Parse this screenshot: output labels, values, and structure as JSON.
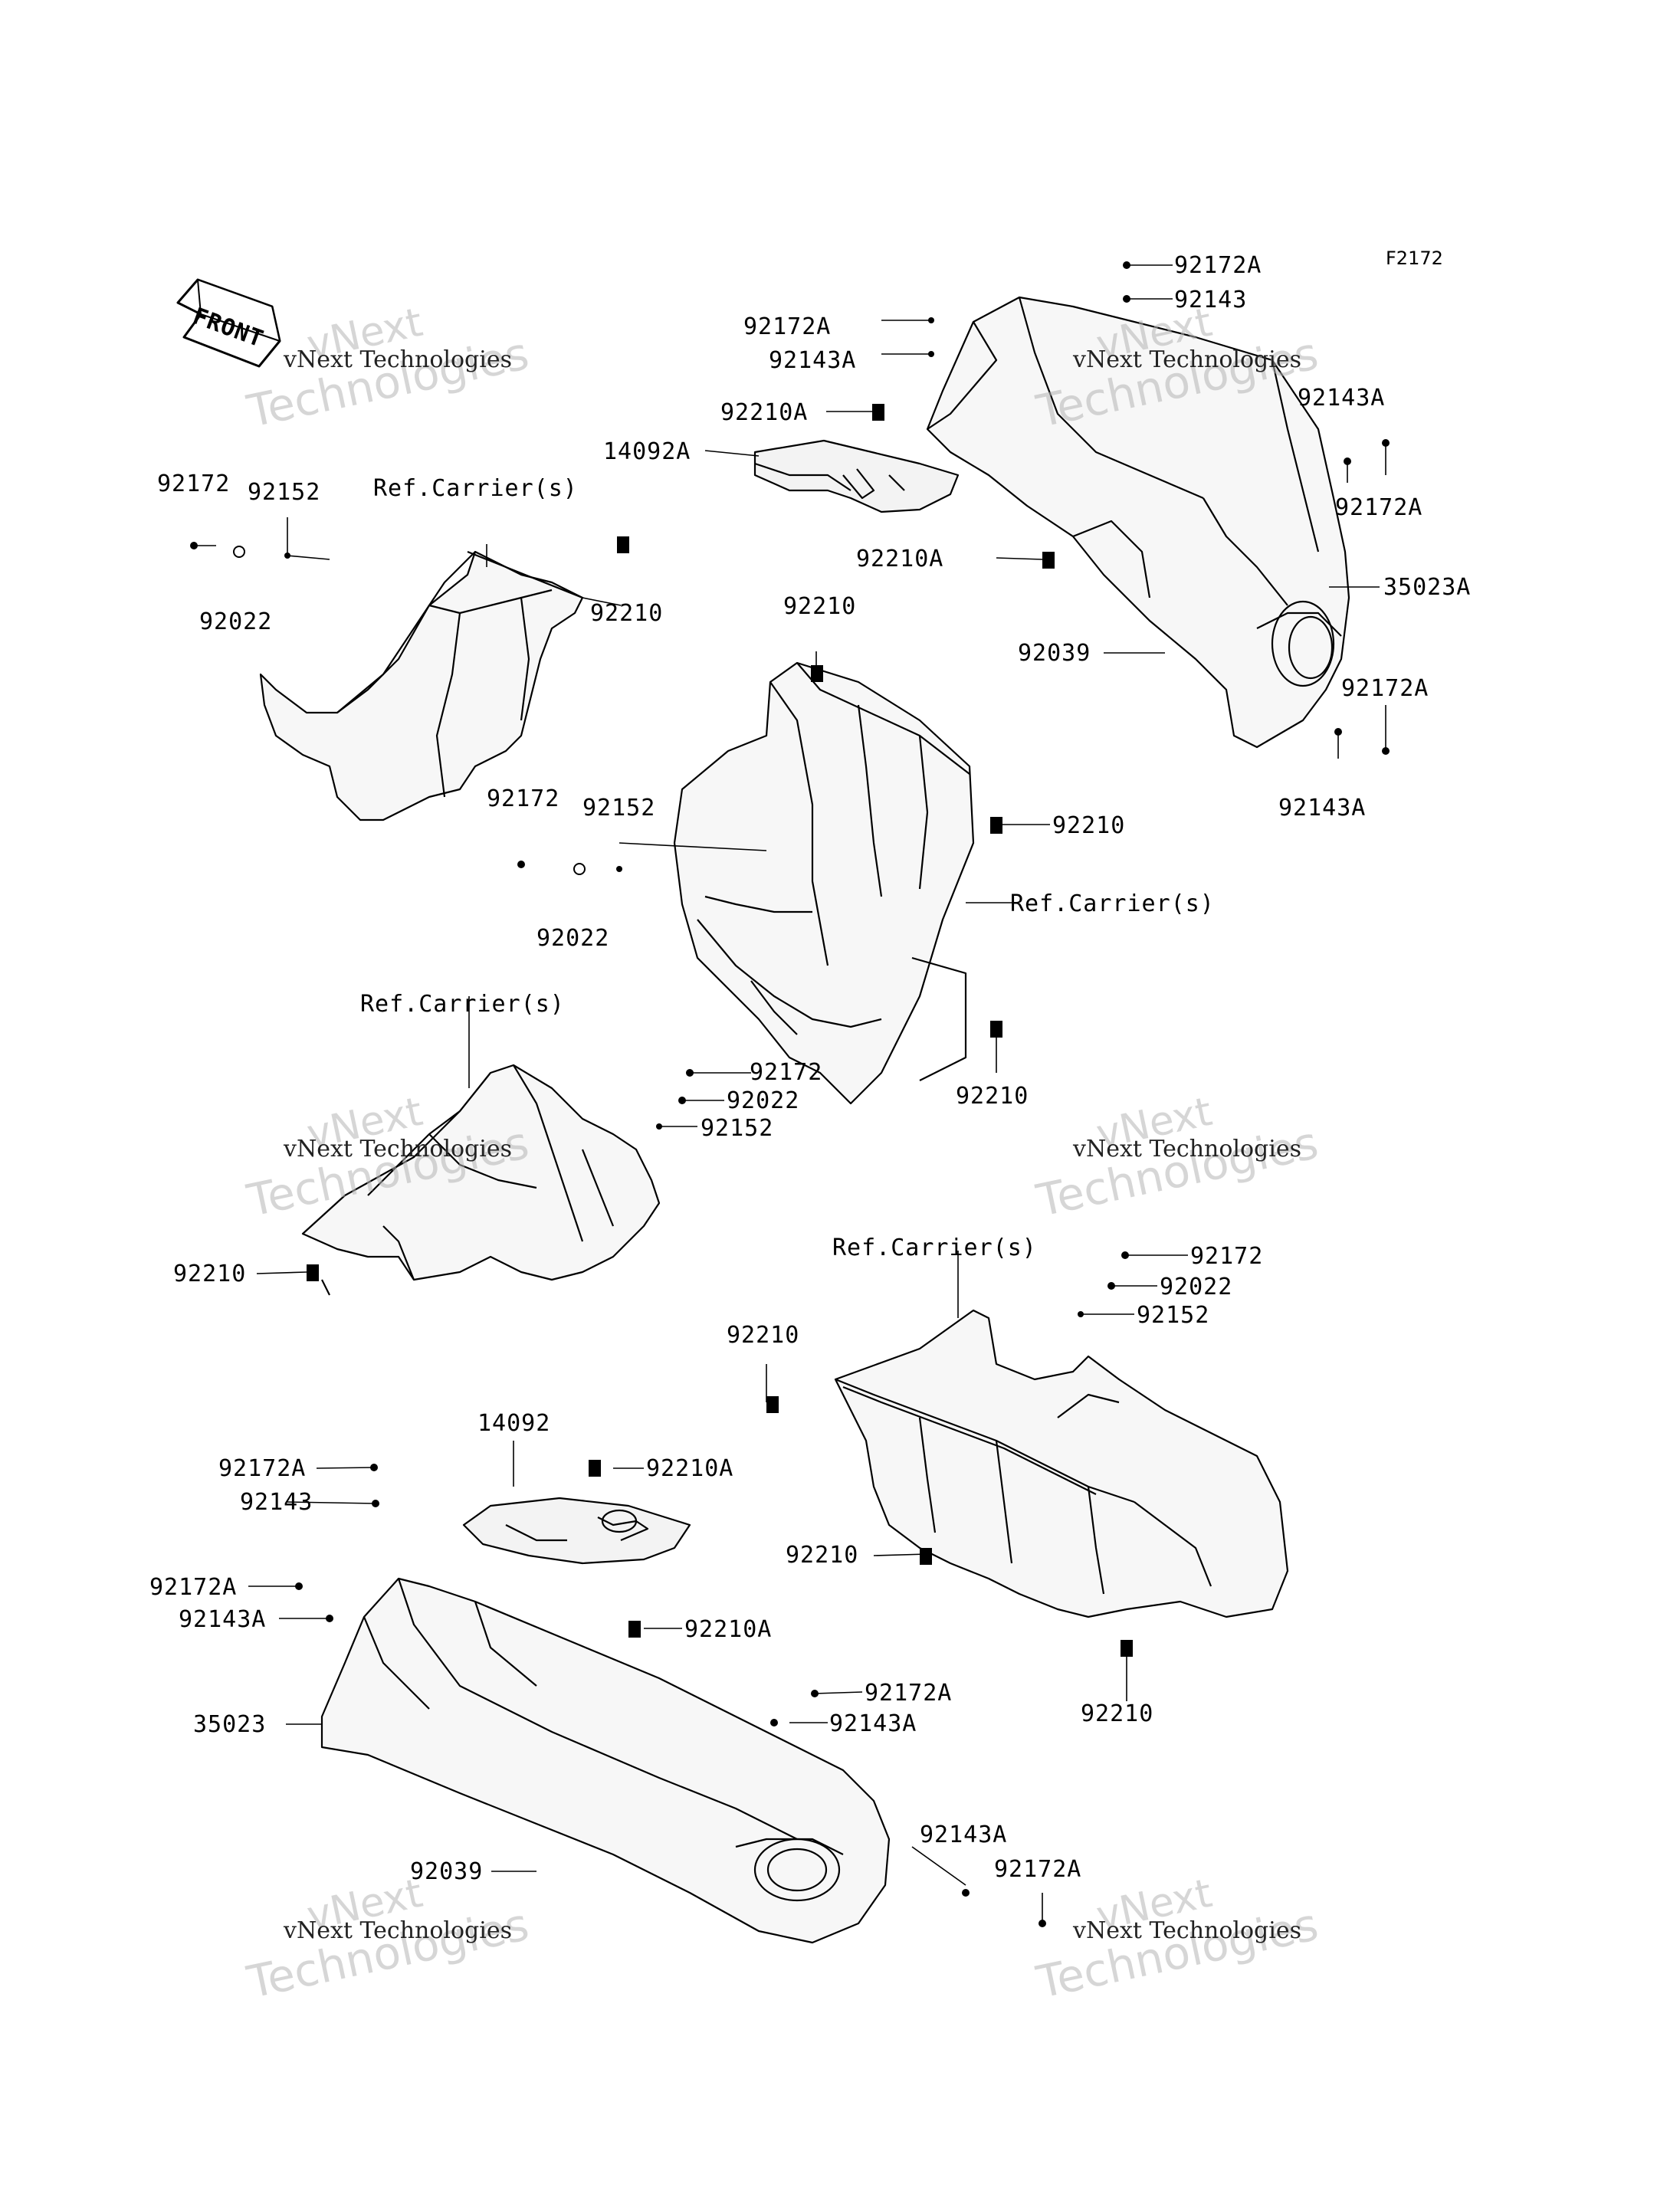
{
  "figure_code": "F2172",
  "front_label": "FRONT",
  "watermark": {
    "brand": "vNext Technologies",
    "logo_line1": "vNext",
    "logo_line2": "Technologies"
  },
  "callouts": {
    "t1_92172A": "92172A",
    "t1_92143": "92143",
    "t1_92172A_2": "92172A",
    "t1_92143A_2": "92143A",
    "t1_92210A_a": "92210A",
    "t1_14092A": "14092A",
    "t1_92143A_r": "92143A",
    "t1_92172A_r": "92172A",
    "t1_92210A_b": "92210A",
    "t1_35023A": "35023A",
    "t1_92039": "92039",
    "t1_92172A_lr": "92172A",
    "t1_92143A_lr": "92143A",
    "l1_92172": "92172",
    "l1_92152": "92152",
    "l1_ref": "Ref.Carrier(s)",
    "l1_92022": "92022",
    "l1_92210": "92210",
    "m_92210_top": "92210",
    "m_92210_r": "92210",
    "m_92172": "92172",
    "m_92152": "92152",
    "m_ref": "Ref.Carrier(s)",
    "m_92022": "92022",
    "m_92210_b": "92210",
    "l2_ref": "Ref.Carrier(s)",
    "l2_92172": "92172",
    "l2_92022": "92022",
    "l2_92152": "92152",
    "l2_92210": "92210",
    "r2_ref": "Ref.Carrier(s)",
    "r2_92172": "92172",
    "r2_92022": "92022",
    "r2_92152": "92152",
    "r2_92210_l": "92210",
    "r2_92210_m": "92210",
    "r2_92210_b": "92210",
    "b_14092": "14092",
    "b_92172A": "92172A",
    "b_92210A": "92210A",
    "b_92143": "92143",
    "b_92172A_2": "92172A",
    "b_92143A_2": "92143A",
    "b_92210A_2": "92210A",
    "b_35023": "35023",
    "b_92172A_3": "92172A",
    "b_92143A_3": "92143A",
    "b_92143A_4": "92143A",
    "b_92172A_4": "92172A",
    "b_92039": "92039"
  }
}
